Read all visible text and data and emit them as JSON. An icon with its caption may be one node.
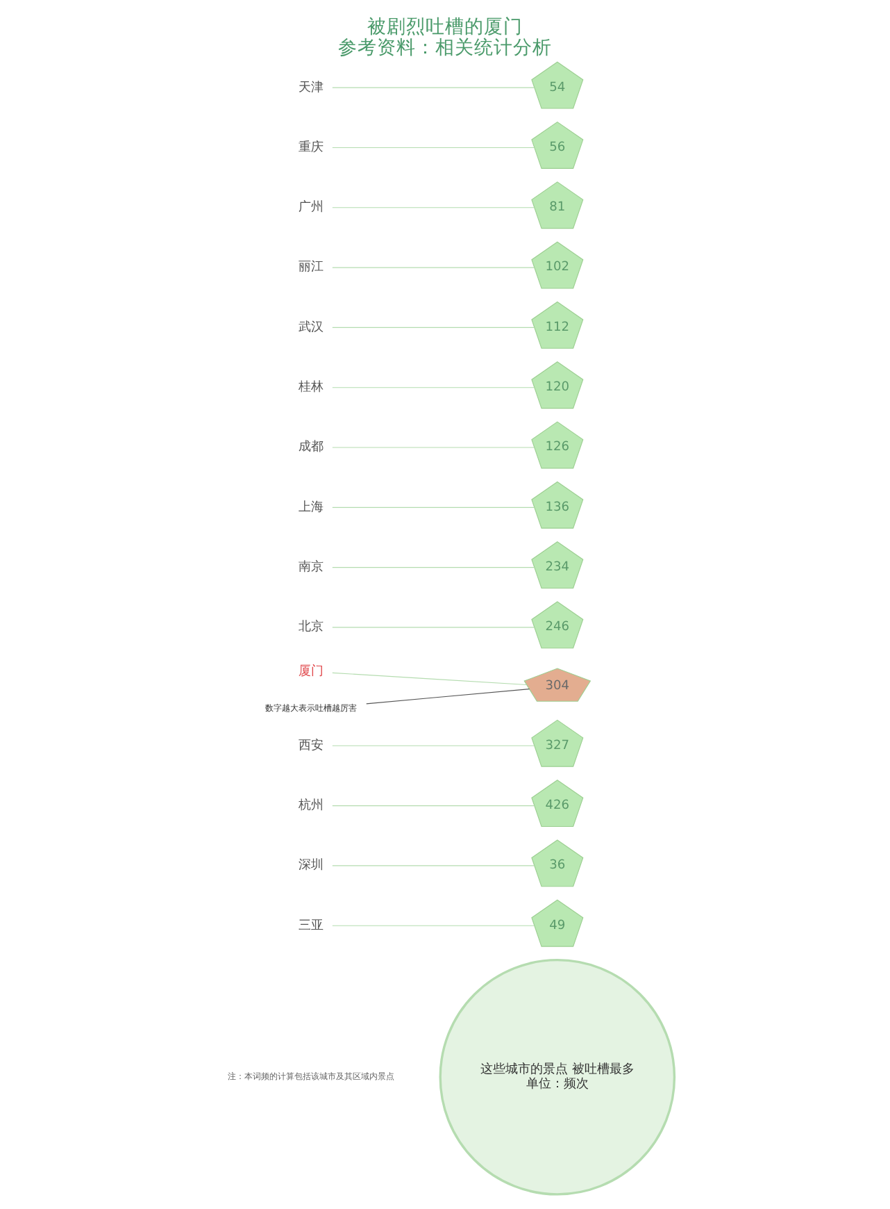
{
  "diagram": {
    "title": "被剧烈吐槽的厦门",
    "caption": "参考资料：相关统计分析",
    "nodes": [
      {
        "text": [
          "这些城市的景点 被吐槽最多",
          "单位：频次"
        ]
      },
      {
        "text": [
          "三亚"
        ]
      },
      {
        "text": [
          "深圳"
        ]
      },
      {
        "text": [
          "杭州"
        ]
      },
      {
        "text": [
          "西安"
        ]
      },
      {
        "text": [
          "厦门"
        ]
      },
      {
        "text": [
          "北京"
        ]
      },
      {
        "text": [
          "南京"
        ]
      },
      {
        "text": [
          "上海"
        ]
      },
      {
        "text": [
          "成都"
        ]
      },
      {
        "text": [
          "桂林"
        ]
      },
      {
        "text": [
          "武汉"
        ]
      },
      {
        "text": [
          "丽江"
        ]
      },
      {
        "text": [
          "广州"
        ]
      },
      {
        "text": [
          "重庆"
        ]
      },
      {
        "text": [
          "天津"
        ]
      },
      {
        "text": [
          "49"
        ]
      },
      {
        "text": [
          "36"
        ]
      },
      {
        "text": [
          "426"
        ]
      },
      {
        "text": [
          "327"
        ]
      },
      {
        "text": [
          "304"
        ]
      },
      {
        "text": [
          "246"
        ]
      },
      {
        "text": [
          "234"
        ]
      },
      {
        "text": [
          "136"
        ]
      },
      {
        "text": [
          "126"
        ]
      },
      {
        "text": [
          "120"
        ]
      },
      {
        "text": [
          "112"
        ]
      },
      {
        "text": [
          "102"
        ]
      },
      {
        "text": [
          "81"
        ]
      },
      {
        "text": [
          "56"
        ]
      },
      {
        "text": [
          "54"
        ]
      },
      {
        "text": [
          "数字越大表示吐槽越厉害"
        ]
      }
    ],
    "edges": [
      {
        "from": 1,
        "to": 16,
        "arrow": "none"
      },
      {
        "from": 2,
        "to": 17,
        "arrow": "none"
      },
      {
        "from": 3,
        "to": 18,
        "arrow": "none"
      },
      {
        "from": 4,
        "to": 19,
        "arrow": "none"
      },
      {
        "from": 5,
        "to": 20,
        "arrow": "none"
      },
      {
        "from": 6,
        "to": 21,
        "arrow": "none"
      },
      {
        "from": 7,
        "to": 22,
        "arrow": "none"
      },
      {
        "from": 8,
        "to": 23,
        "arrow": "none"
      },
      {
        "from": 9,
        "to": 24,
        "arrow": "none"
      },
      {
        "from": 10,
        "to": 25,
        "arrow": "none"
      },
      {
        "from": 11,
        "to": 26,
        "arrow": "none"
      },
      {
        "from": 12,
        "to": 27,
        "arrow": "none"
      },
      {
        "from": 13,
        "to": 28,
        "arrow": "none"
      },
      {
        "from": 14,
        "to": 29,
        "arrow": "none"
      },
      {
        "from": 15,
        "to": 30,
        "arrow": "none"
      },
      {
        "from": 31,
        "to": 20,
        "arrow": "none",
        "color": "#555555"
      }
    ],
    "labels": [
      "注：本词频的计算包括该城市及其区域内景点"
    ]
  }
}
